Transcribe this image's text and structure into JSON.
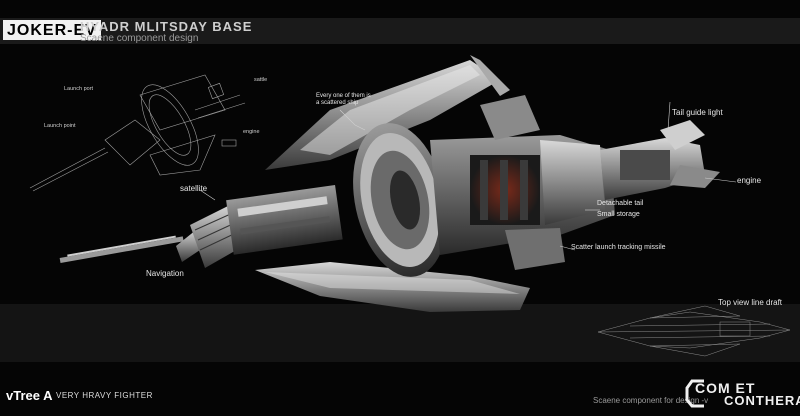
{
  "header": {
    "logo": "JOKER-EV",
    "title": "HYADR MLITSDAY BASE",
    "subtitle": "Scaene component design"
  },
  "callouts": {
    "scattered_ship": "Every one of them is\na scattered ship",
    "tail_guide_light": "Tail guide light",
    "engine": "engine",
    "detachable_tail": "Detachable tail",
    "small_storage": "Small storage",
    "scatter_missile": "Scatter launch tracking missile",
    "satellite": "satellite",
    "navigation": "Navigation"
  },
  "sketch_labels": {
    "launch_port": "Launch port",
    "launch_point": "Launch point",
    "sattle": "sattle",
    "engine": "engine"
  },
  "top_view_label": "Top view  line draft",
  "footer": {
    "ship_name": "vTree A",
    "ship_class": "VERY HRAVY FIGHTER",
    "note": "Scaene component for design -v",
    "brand_line1": "COM ET",
    "brand_line2": "CONTHERA"
  },
  "colors": {
    "background": "#050505",
    "band": "#1a1a1a",
    "hull_light": "#bdbdbd",
    "hull_dark": "#3a3a3a",
    "accent_red": "#7a2a1a"
  }
}
